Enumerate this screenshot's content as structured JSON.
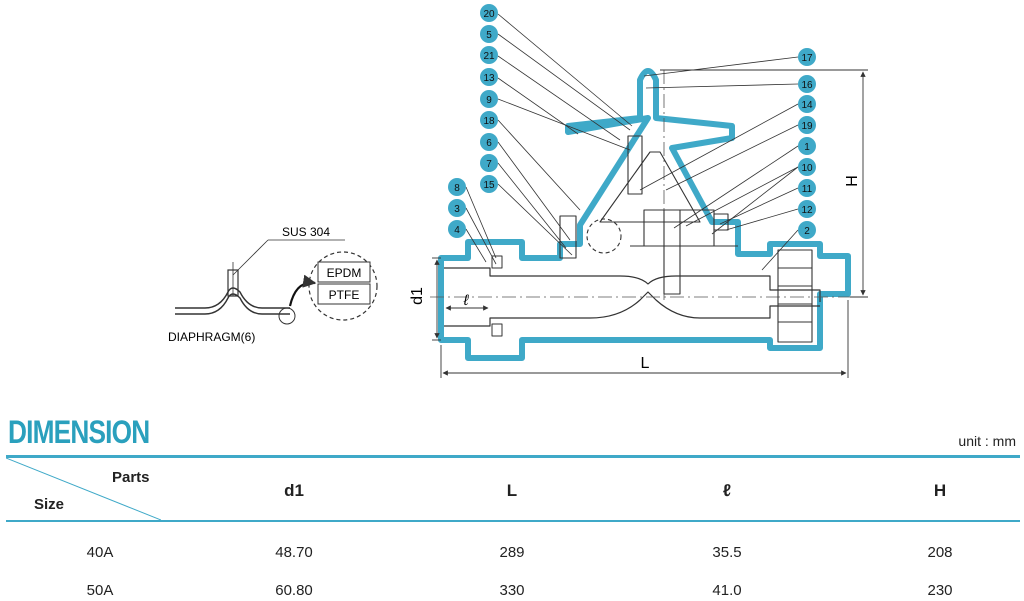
{
  "drawing": {
    "callouts": [
      "20",
      "5",
      "21",
      "13",
      "9",
      "18",
      "6",
      "7",
      "15",
      "8",
      "3",
      "4",
      "17",
      "16",
      "14",
      "19",
      "1",
      "10",
      "11",
      "12",
      "2"
    ],
    "inset_material": "SUS 304",
    "inset_options": [
      "EPDM",
      "PTFE"
    ],
    "inset_caption": "DIAPHRAGM(6)",
    "dimension_labels": {
      "d1": "d1",
      "l": "ℓ",
      "L": "L",
      "H": "H"
    },
    "accent_color": "#3fa9c8"
  },
  "table": {
    "title": "DIMENSION",
    "unit": "unit : mm",
    "corner_top": "Parts",
    "corner_bottom": "Size",
    "columns": [
      "d1",
      "L",
      "ℓ",
      "H"
    ],
    "rows": [
      {
        "size": "40A",
        "d1": "48.70",
        "L": "289",
        "l": "35.5",
        "H": "208"
      },
      {
        "size": "50A",
        "d1": "60.80",
        "L": "330",
        "l": "41.0",
        "H": "230"
      }
    ]
  }
}
